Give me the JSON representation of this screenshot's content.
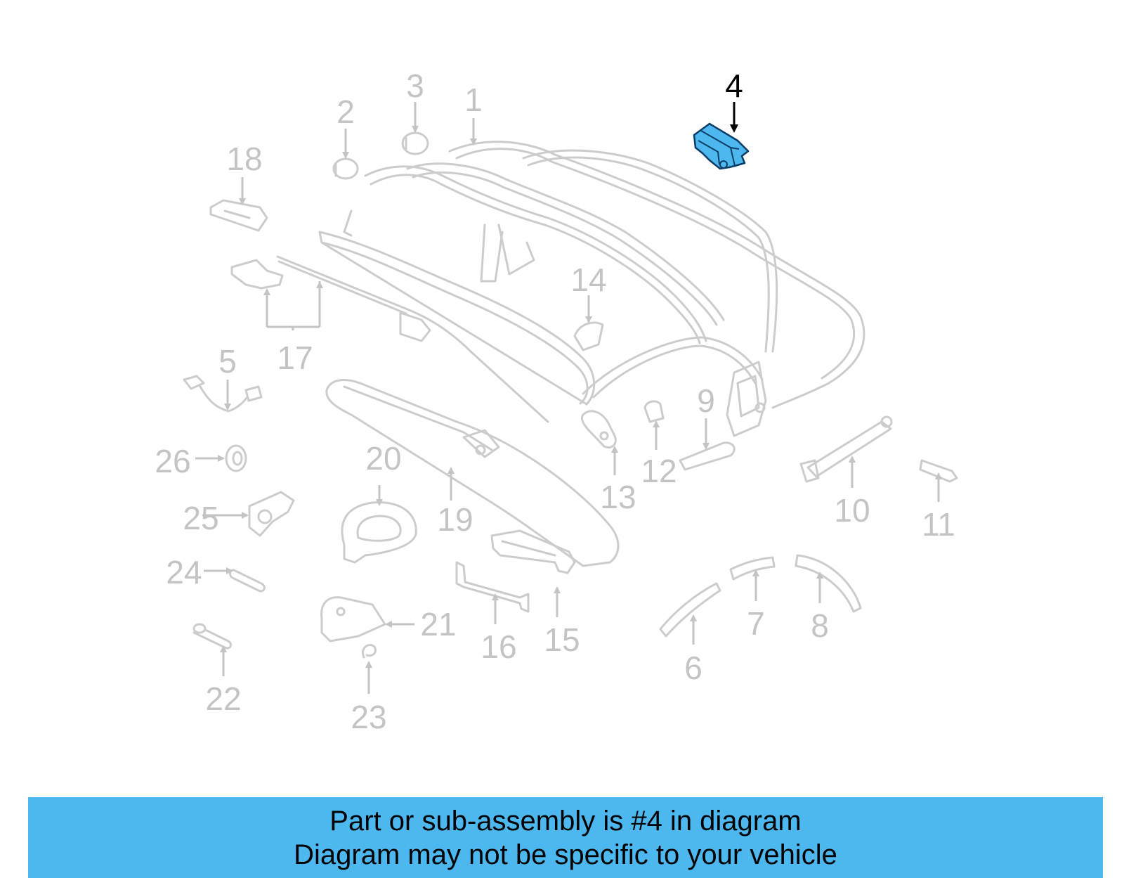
{
  "colors": {
    "highlight_fill": "#4db8f0",
    "highlight_stroke": "#0a3d66",
    "part_stroke": "#cccccc",
    "label_grey": "#c4c4c4",
    "banner_bg": "#4db8f0"
  },
  "highlighted_part": "4",
  "callouts": {
    "c1": "1",
    "c2": "2",
    "c3": "3",
    "c4": "4",
    "c5": "5",
    "c6": "6",
    "c7": "7",
    "c8": "8",
    "c9": "9",
    "c10": "10",
    "c11": "11",
    "c12": "12",
    "c13": "13",
    "c14": "14",
    "c15": "15",
    "c16": "16",
    "c17": "17",
    "c18": "18",
    "c19": "19",
    "c20": "20",
    "c21": "21",
    "c22": "22",
    "c23": "23",
    "c24": "24",
    "c25": "25",
    "c26": "26"
  },
  "banner": {
    "line1": "Part or sub-assembly is #4 in diagram",
    "line2": "Diagram may not be specific to your vehicle"
  }
}
